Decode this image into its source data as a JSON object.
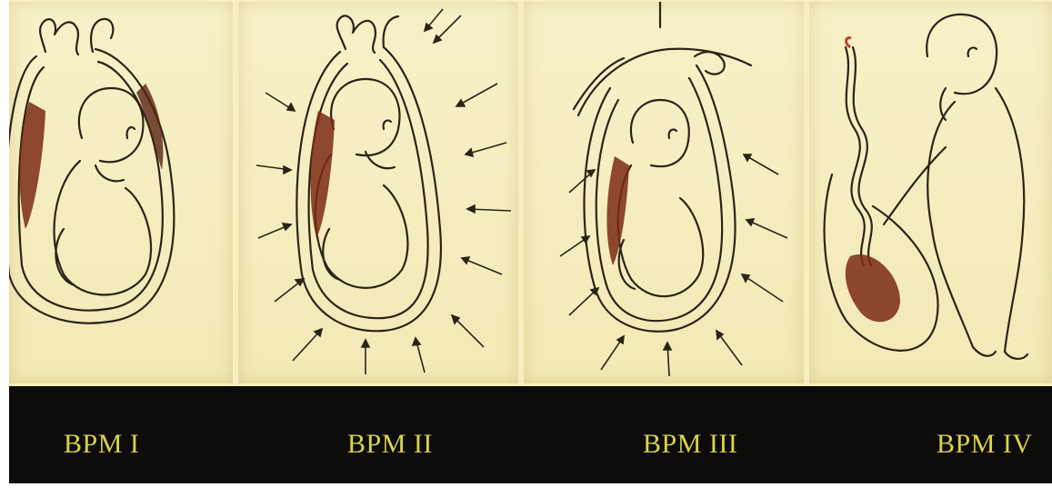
{
  "figure": {
    "panels": [
      {
        "id": "stage-1",
        "label": "BPM I"
      },
      {
        "id": "stage-2",
        "label": "BPM II"
      },
      {
        "id": "stage-3",
        "label": "BPM III"
      },
      {
        "id": "stage-4",
        "label": "BPM IV"
      }
    ]
  },
  "colors": {
    "paper": "#f6efc0",
    "ink": "#2a2418",
    "placenta": "#7a2a14",
    "caption_bg": "#0d0c0a",
    "caption_text": "#d9d24a"
  }
}
